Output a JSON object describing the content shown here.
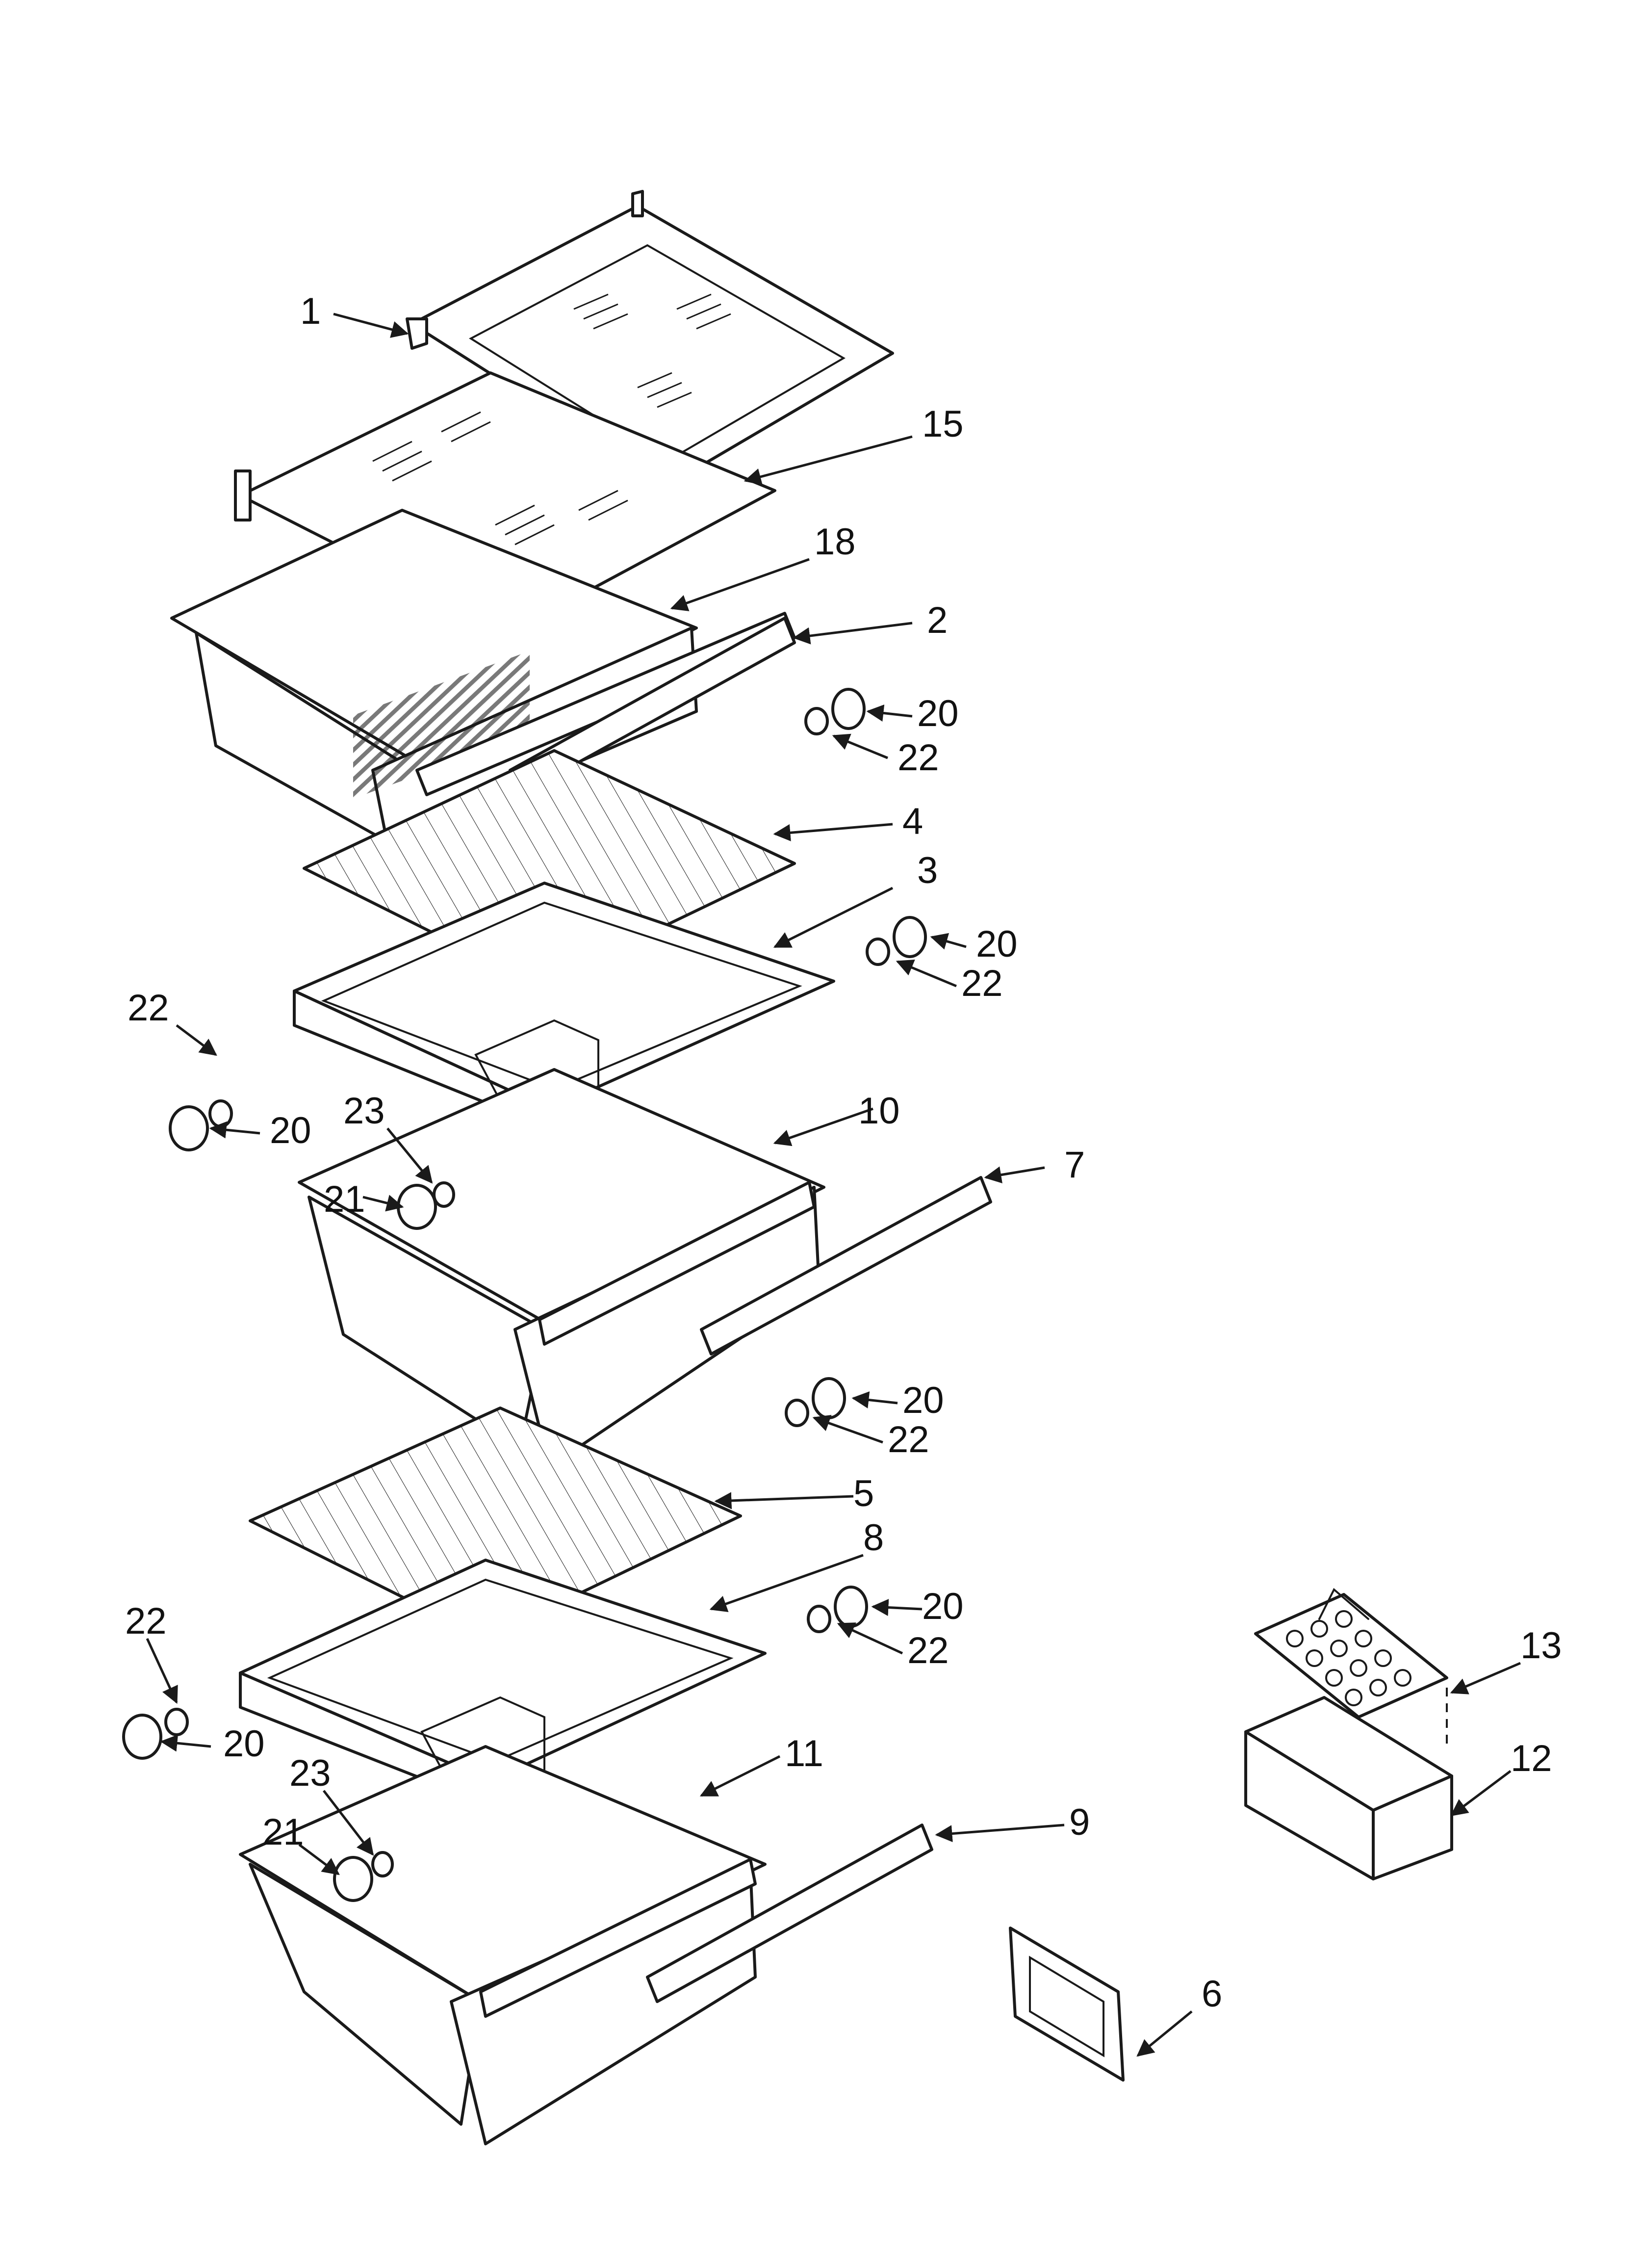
{
  "callouts": [
    {
      "id": "c1",
      "label": "1"
    },
    {
      "id": "c15",
      "label": "15"
    },
    {
      "id": "c18",
      "label": "18"
    },
    {
      "id": "c2",
      "label": "2"
    },
    {
      "id": "c20a",
      "label": "20"
    },
    {
      "id": "c22a",
      "label": "22"
    },
    {
      "id": "c4",
      "label": "4"
    },
    {
      "id": "c3",
      "label": "3"
    },
    {
      "id": "c20b",
      "label": "20"
    },
    {
      "id": "c22b",
      "label": "22"
    },
    {
      "id": "c22c",
      "label": "22"
    },
    {
      "id": "c20c",
      "label": "20"
    },
    {
      "id": "c23a",
      "label": "23"
    },
    {
      "id": "c10",
      "label": "10"
    },
    {
      "id": "c21a",
      "label": "21"
    },
    {
      "id": "c7",
      "label": "7"
    },
    {
      "id": "c20d",
      "label": "20"
    },
    {
      "id": "c22d",
      "label": "22"
    },
    {
      "id": "c5",
      "label": "5"
    },
    {
      "id": "c8",
      "label": "8"
    },
    {
      "id": "c20e",
      "label": "20"
    },
    {
      "id": "c22e",
      "label": "22"
    },
    {
      "id": "c22f",
      "label": "22"
    },
    {
      "id": "c13",
      "label": "13"
    },
    {
      "id": "c20f",
      "label": "20"
    },
    {
      "id": "c23b",
      "label": "23"
    },
    {
      "id": "c11",
      "label": "11"
    },
    {
      "id": "c12",
      "label": "12"
    },
    {
      "id": "c21b",
      "label": "21"
    },
    {
      "id": "c9",
      "label": "9"
    },
    {
      "id": "c6",
      "label": "6"
    }
  ]
}
